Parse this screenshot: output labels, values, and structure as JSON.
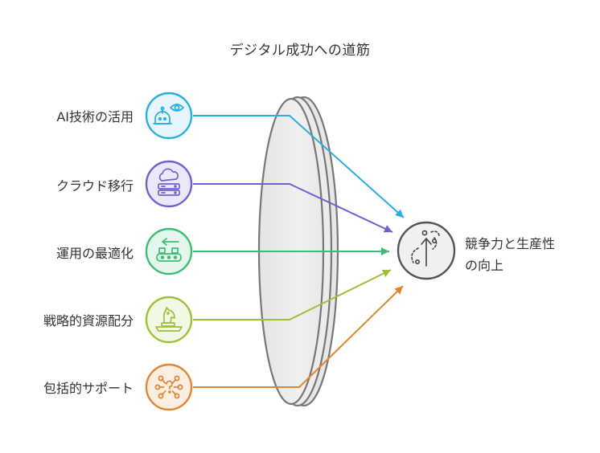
{
  "title": "デジタル成功への道筋",
  "inputs": [
    {
      "label": "AI技術の活用",
      "icon": "robot-eye-icon",
      "color": "#29aee0",
      "fill": "#e6f6fc"
    },
    {
      "label": "クラウド移行",
      "icon": "cloud-server-icon",
      "color": "#7260d0",
      "fill": "#ece8fa"
    },
    {
      "label": "運用の最適化",
      "icon": "conveyor-arrow-icon",
      "color": "#3cbd76",
      "fill": "#e5f6ec"
    },
    {
      "label": "戦略的資源配分",
      "icon": "chess-knight-icon",
      "color": "#9cc03a",
      "fill": "#f2f8e3"
    },
    {
      "label": "包括的サポート",
      "icon": "network-question-icon",
      "color": "#e0862e",
      "fill": "#fcefe2"
    }
  ],
  "output": {
    "line1": "競争力と生産性",
    "line2": "の向上",
    "icon": "upward-growth-icon"
  },
  "colors": {
    "lens": "#777777",
    "lens_fill": "#ededed",
    "output_stroke": "#555555"
  }
}
